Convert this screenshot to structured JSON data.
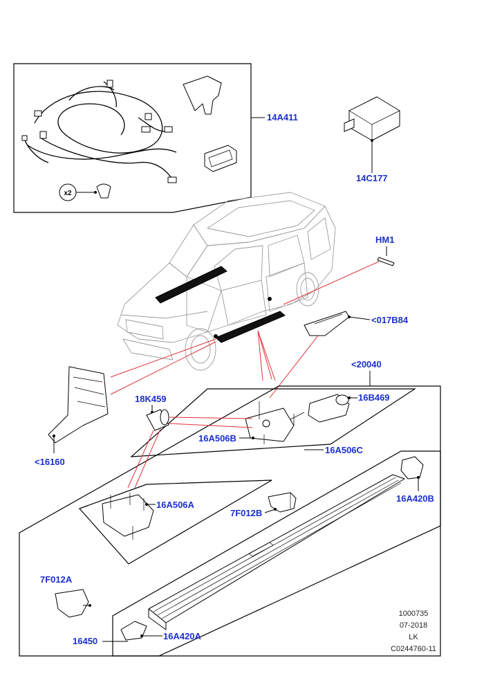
{
  "labels": {
    "harness_kit": "14A411",
    "control_module": "14C177",
    "hm1": "HM1",
    "cover_017b84": "<017B84",
    "running_board_assy": "<20040",
    "motor": "16B469",
    "bush": "18K459",
    "bracket_b": "16A506B",
    "bracket_c": "16A506C",
    "bracket_a": "16A506A",
    "trim_panel": "<16160",
    "end_cap_rear": "16A420B",
    "stop_bracket": "7F012B",
    "stop_cap": "7F012A",
    "step_board": "16450",
    "end_cap_front": "16A420A"
  },
  "quantity": "x2",
  "reference_block": {
    "line1": "1000735",
    "line2": "07-2018",
    "line3": "LK",
    "line4": "C0244760-11"
  },
  "colors": {
    "label": "#1a2fd0",
    "callout_line": "#e0303a",
    "car_outline": "#9a9a9a",
    "frame": "#000000"
  }
}
